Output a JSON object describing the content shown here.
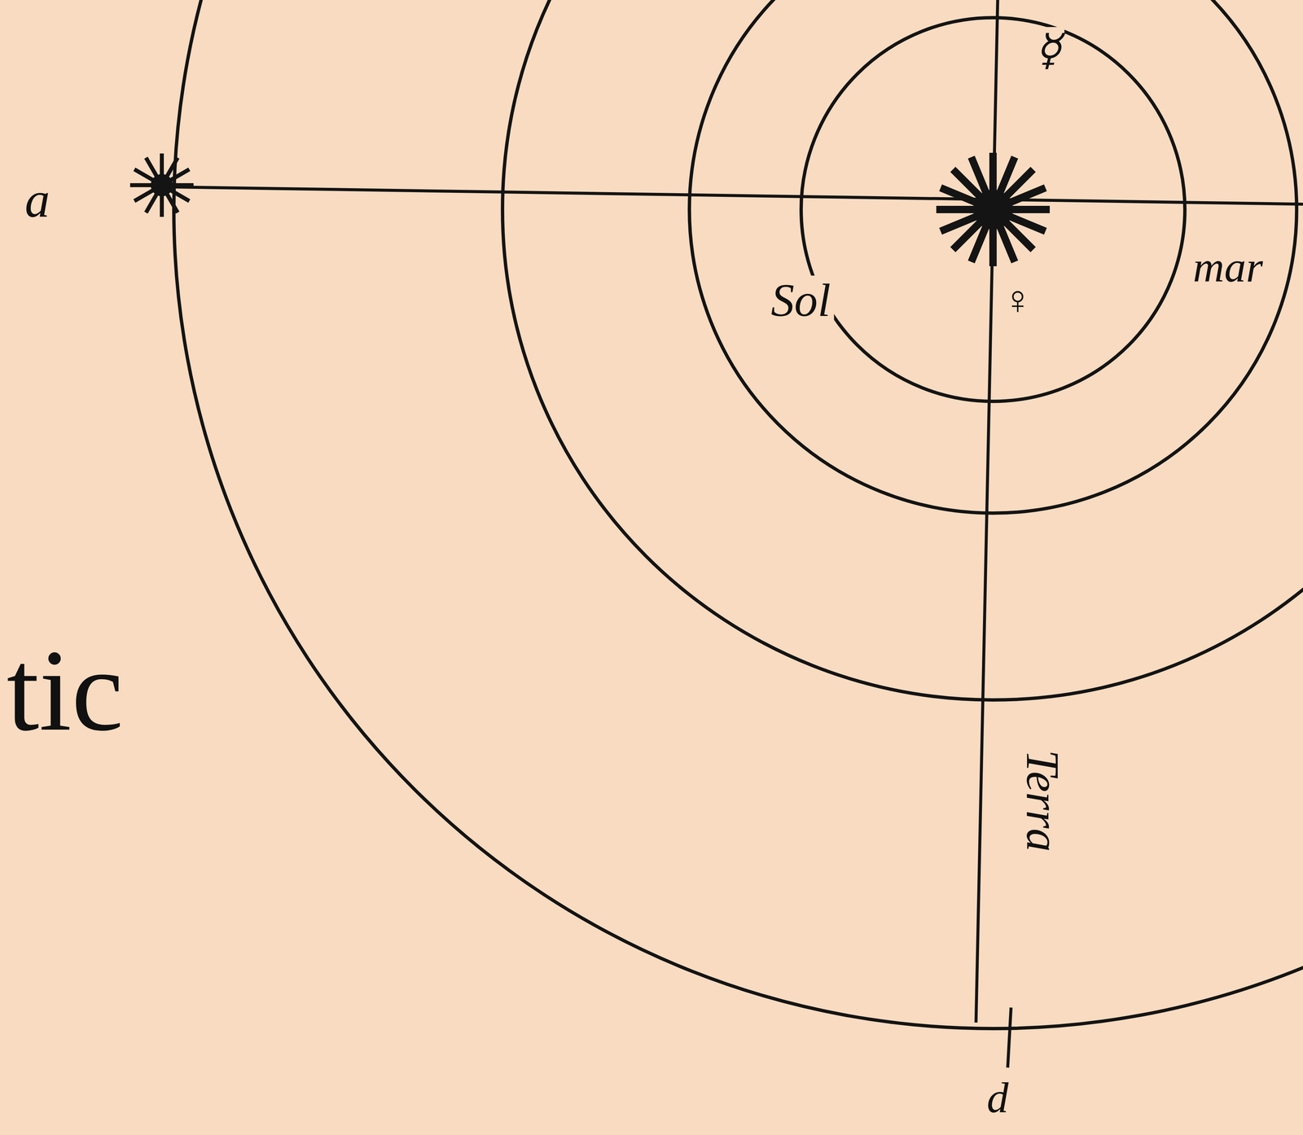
{
  "diagram": {
    "labels": [
      "tic",
      "a",
      "Sol",
      "☿",
      "♀",
      "mar",
      "Terra",
      "d"
    ]
  }
}
